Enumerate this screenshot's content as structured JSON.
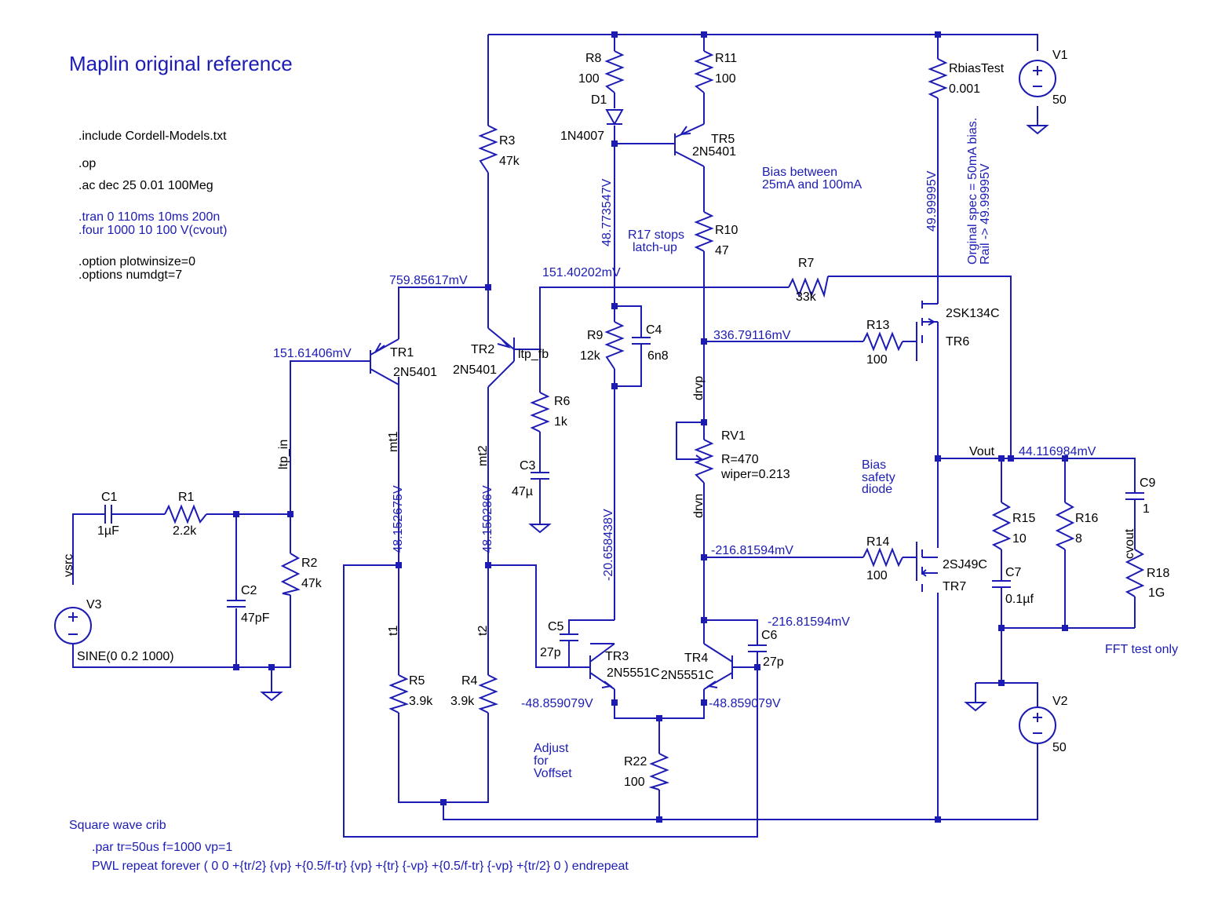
{
  "title": "Maplin original reference",
  "directives": {
    "include": ".include Cordell-Models.txt",
    "op": ".op",
    "ac": ".ac dec 25 0.01 100Meg",
    "tran": ".tran 0 110ms 10ms 200n",
    "four": ".four 1000 10 100 V(cvout)",
    "plotwinsize": ".option plotwinsize=0",
    "numdgt": ".options numdgt=7"
  },
  "notes": {
    "bias_range_1": "Bias between",
    "bias_range_2": "25mA and 100mA",
    "r17_1": "R17 stops",
    "r17_2": "latch-up",
    "orig_spec_1": "Orginal spec = 50mA bias.",
    "orig_spec_2": "Rail -> 49.99995V",
    "safety_1": "Bias",
    "safety_2": "safety",
    "safety_3": "diode",
    "adjust_1": "Adjust",
    "adjust_2": "for",
    "adjust_3": "Voffset",
    "fft": "FFT test only",
    "crib_title": "Square wave crib",
    "crib_par": ".par tr=50us f=1000 vp=1",
    "crib_pwl": "PWL repeat forever ( 0 0 +{tr/2} {vp} +{0.5/f-tr} {vp} +{tr} {-vp} +{0.5/f-tr} {-vp} +{tr/2} 0 ) endrepeat"
  },
  "voltages": {
    "v1": "759.85617mV",
    "v2": "151.40202mV",
    "v3": "151.61406mV",
    "v4": "48.773547V",
    "v5": "49.99995V",
    "v6": "336.79116mV",
    "v7": "44.116984mV",
    "v8": "-48.152675V",
    "v9": "-48.150286V",
    "v10": "-20.658438V",
    "v11": "-216.81594mV",
    "v12": "-216.81594mV",
    "v13": "-48.859079V",
    "v14": "-48.859079V"
  },
  "nets": {
    "ltp_in": "ltp_in",
    "ltp_fb": "ltp_fb",
    "mt1": "mt1",
    "mt2": "mt2",
    "t1": "t1",
    "t2": "t2",
    "drvp": "drvp",
    "drvn": "drvn",
    "vout": "Vout",
    "cvout": "cvout",
    "vsrc": "vsrc"
  },
  "components": {
    "R8": {
      "name": "R8",
      "value": "100"
    },
    "R11": {
      "name": "R11",
      "value": "100"
    },
    "D1": {
      "name": "D1",
      "value": "1N4007"
    },
    "TR5": {
      "name": "TR5",
      "value": "2N5401"
    },
    "R3": {
      "name": "R3",
      "value": "47k"
    },
    "R10": {
      "name": "R10",
      "value": "47"
    },
    "R7": {
      "name": "R7",
      "value": "33k"
    },
    "R9": {
      "name": "R9",
      "value": "12k"
    },
    "C4": {
      "name": "C4",
      "value": "6n8"
    },
    "R13": {
      "name": "R13",
      "value": "100"
    },
    "TR6": {
      "name": "TR6",
      "value": "2SK134C"
    },
    "TR1": {
      "name": "TR1",
      "value": "2N5401"
    },
    "TR2": {
      "name": "TR2",
      "value": "2N5401"
    },
    "R6": {
      "name": "R6",
      "value": "1k"
    },
    "C3": {
      "name": "C3",
      "value": "47µ"
    },
    "RV1": {
      "name": "RV1",
      "value": "R=470",
      "wiper": "wiper=0.213"
    },
    "C1": {
      "name": "C1",
      "value": "1µF"
    },
    "R1": {
      "name": "R1",
      "value": "2.2k"
    },
    "C2": {
      "name": "C2",
      "value": "47pF"
    },
    "R2": {
      "name": "R2",
      "value": "47k"
    },
    "V3": {
      "name": "V3",
      "value": "SINE(0 0.2 1000)"
    },
    "R14": {
      "name": "R14",
      "value": "100"
    },
    "TR7": {
      "name": "TR7",
      "value": "2SJ49C"
    },
    "R15": {
      "name": "R15",
      "value": "10"
    },
    "R16": {
      "name": "R16",
      "value": "8"
    },
    "C9": {
      "name": "C9",
      "value": "1"
    },
    "R18": {
      "name": "R18",
      "value": "1G"
    },
    "C7": {
      "name": "C7",
      "value": "0.1µf"
    },
    "C5": {
      "name": "C5",
      "value": "27p"
    },
    "C6": {
      "name": "C6",
      "value": "27p"
    },
    "TR3": {
      "name": "TR3",
      "value": "2N5551C"
    },
    "TR4": {
      "name": "TR4",
      "value": "2N5551C"
    },
    "R5": {
      "name": "R5",
      "value": "3.9k"
    },
    "R4": {
      "name": "R4",
      "value": "3.9k"
    },
    "R22": {
      "name": "R22",
      "value": "100"
    },
    "RbiasTest": {
      "name": "RbiasTest",
      "value": "0.001"
    },
    "V1": {
      "name": "V1",
      "value": "50"
    },
    "V2": {
      "name": "V2",
      "value": "50"
    }
  },
  "colors": {
    "wire": "#1c1cb4",
    "text": "#000000",
    "annotation": "#1c1cb4",
    "background": "#ffffff"
  }
}
